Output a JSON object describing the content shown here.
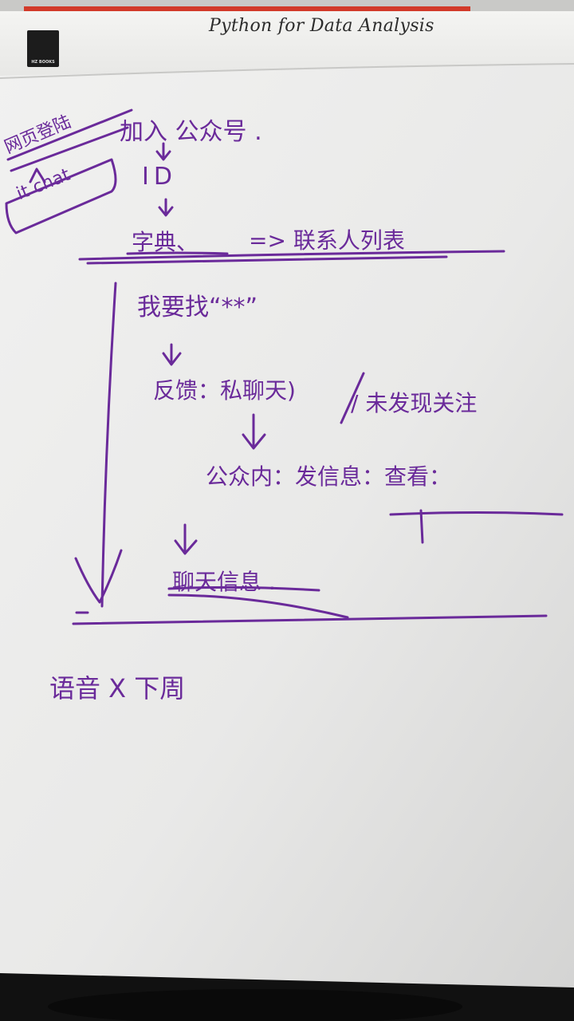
{
  "book": {
    "header_title": "Python for Data Analysis",
    "publisher_logo_text": "HZ BOOKS"
  },
  "notes": {
    "side_label_1": "网页登陆",
    "side_label_2": "it chat",
    "step_join": "加入 公众号 .",
    "step_id": "ID",
    "step_keyword": "字典、",
    "step_contacts": "=> 联系人列表",
    "step_find": "我要找“**”",
    "step_feedback_a": "反馈：私聊天)",
    "step_feedback_b": "/ 未发现关注",
    "step_official": "公众内：发信息：查看：",
    "step_chat_info": "聊天信息 .",
    "bottom_note": "语音 X 下周"
  },
  "colors": {
    "ink": "#6a2a9a",
    "paper": "#ececeb",
    "background": "#2a2a2a",
    "red_strip": "#d23a2a"
  }
}
